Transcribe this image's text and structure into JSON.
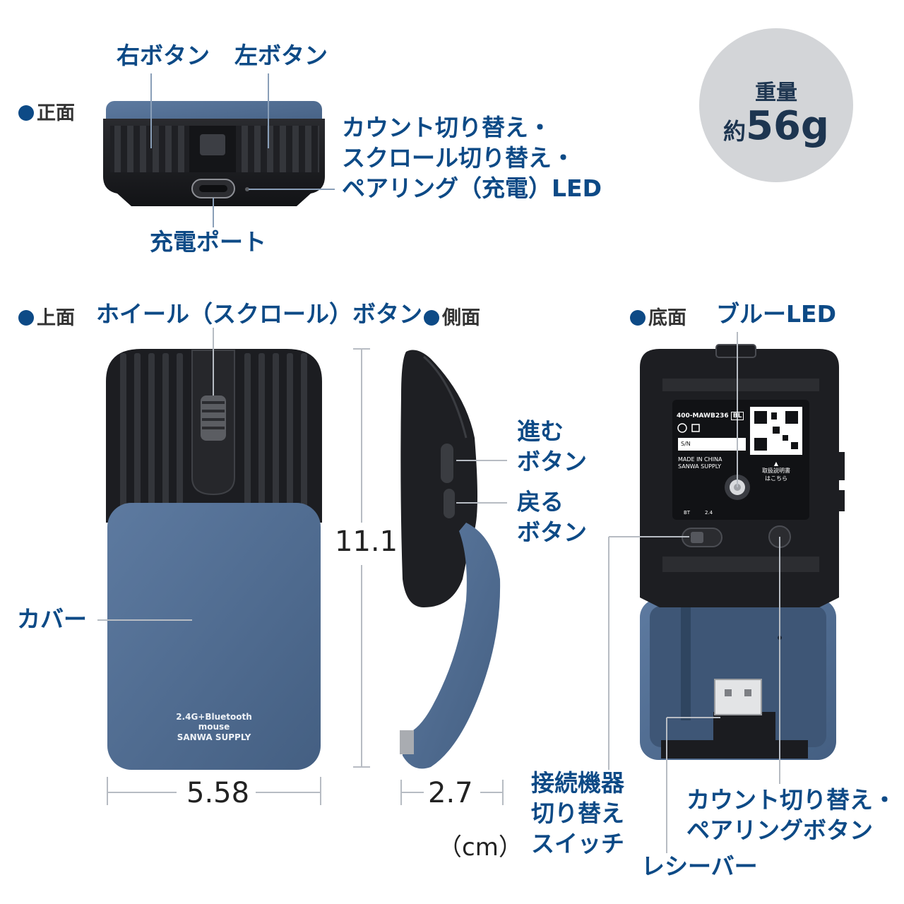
{
  "sections": {
    "front": "正面",
    "top": "上面",
    "side": "側面",
    "bottom": "底面"
  },
  "weight": {
    "label": "重量",
    "prefix": "約",
    "value": "56g"
  },
  "labels": {
    "right_button": "右ボタン",
    "left_button": "左ボタン",
    "led_line1": "カウント切り替え・",
    "led_line2": "スクロール切り替え・",
    "led_line3": "ペアリング（充電）LED",
    "charge_port": "充電ポート",
    "wheel_button": "ホイール（スクロール）ボタン",
    "forward_line1": "進む",
    "forward_line2": "ボタン",
    "back_line1": "戻る",
    "back_line2": "ボタン",
    "cover": "カバー",
    "blue_led": "ブルーLED",
    "switch_line1": "接続機器",
    "switch_line2": "切り替え",
    "switch_line3": "スイッチ",
    "pair_line1": "カウント切り替え・",
    "pair_line2": "ペアリングボタン",
    "receiver": "レシーバー"
  },
  "dimensions": {
    "width": "5.58",
    "height": "11.1",
    "depth": "2.7",
    "unit": "（cm）"
  },
  "product_print": {
    "cover_line1": "2.4G+Bluetooth",
    "cover_line2": "mouse",
    "cover_line3": "SANWA SUPPLY",
    "model": "400-MAWB236",
    "model_badge": "BL",
    "sn": "S/N",
    "made_in": "MADE IN CHINA",
    "maker": "SANWA SUPPLY",
    "manual_line1": "取扱説明書",
    "manual_line2": "はこちら",
    "mode_bt": "BT",
    "mode_24": "2.4"
  },
  "colors": {
    "label_blue": "#0d4a86",
    "cover_blue": "#4e6b8f",
    "body_black": "#1c1d20",
    "weight_circle": "#d3d5d8"
  }
}
